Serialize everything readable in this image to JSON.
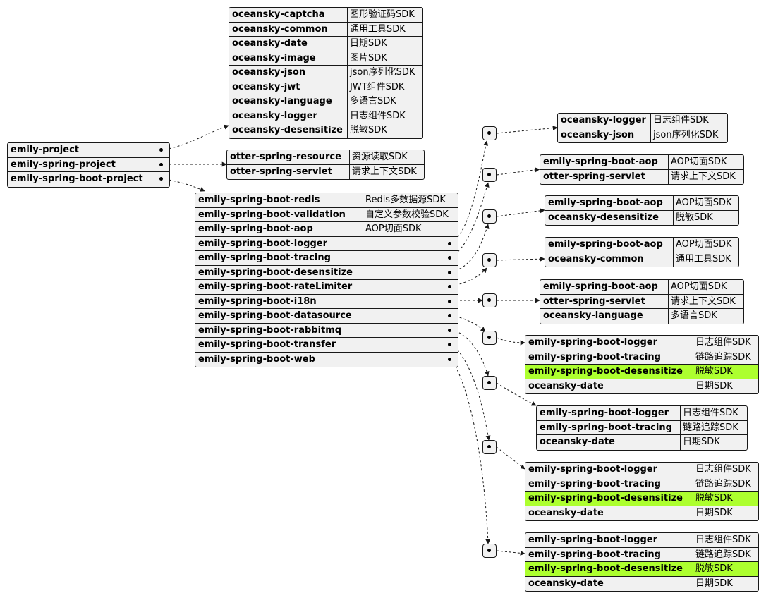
{
  "root": [
    {
      "key": "emily-project",
      "value": ""
    },
    {
      "key": "emily-spring-project",
      "value": ""
    },
    {
      "key": "emily-spring-boot-project",
      "value": ""
    }
  ],
  "oceansky": [
    {
      "key": "oceansky-captcha",
      "value": "图形验证码SDK"
    },
    {
      "key": "oceansky-common",
      "value": "通用工具SDK"
    },
    {
      "key": "oceansky-date",
      "value": "日期SDK"
    },
    {
      "key": "oceansky-image",
      "value": "图片SDK"
    },
    {
      "key": "oceansky-json",
      "value": "json序列化SDK"
    },
    {
      "key": "oceansky-jwt",
      "value": "JWT组件SDK"
    },
    {
      "key": "oceansky-language",
      "value": "多语言SDK"
    },
    {
      "key": "oceansky-logger",
      "value": "日志组件SDK"
    },
    {
      "key": "oceansky-desensitize",
      "value": "脱敏SDK"
    }
  ],
  "otter": [
    {
      "key": "otter-spring-resource",
      "value": "资源读取SDK"
    },
    {
      "key": "otter-spring-servlet",
      "value": "请求上下文SDK"
    }
  ],
  "boot": [
    {
      "key": "emily-spring-boot-redis",
      "value": "Redis多数据源SDK"
    },
    {
      "key": "emily-spring-boot-validation",
      "value": "自定义参数校验SDK"
    },
    {
      "key": "emily-spring-boot-aop",
      "value": "AOP切面SDK"
    },
    {
      "key": "emily-spring-boot-logger",
      "value": ""
    },
    {
      "key": "emily-spring-boot-tracing",
      "value": ""
    },
    {
      "key": "emily-spring-boot-desensitize",
      "value": ""
    },
    {
      "key": "emily-spring-boot-rateLimiter",
      "value": ""
    },
    {
      "key": "emily-spring-boot-i18n",
      "value": ""
    },
    {
      "key": "emily-spring-boot-datasource",
      "value": ""
    },
    {
      "key": "emily-spring-boot-rabbitmq",
      "value": ""
    },
    {
      "key": "emily-spring-boot-transfer",
      "value": ""
    },
    {
      "key": "emily-spring-boot-web",
      "value": ""
    }
  ],
  "logger_deps": [
    {
      "key": "oceansky-logger",
      "value": "日志组件SDK"
    },
    {
      "key": "oceansky-json",
      "value": "json序列化SDK"
    }
  ],
  "tracing_deps": [
    {
      "key": "emily-spring-boot-aop",
      "value": "AOP切面SDK"
    },
    {
      "key": "otter-spring-servlet",
      "value": "请求上下文SDK"
    }
  ],
  "desensitize_deps": [
    {
      "key": "emily-spring-boot-aop",
      "value": "AOP切面SDK"
    },
    {
      "key": "oceansky-desensitize",
      "value": "脱敏SDK"
    }
  ],
  "ratelimiter_deps": [
    {
      "key": "emily-spring-boot-aop",
      "value": "AOP切面SDK"
    },
    {
      "key": "oceansky-common",
      "value": "通用工具SDK"
    }
  ],
  "i18n_deps": [
    {
      "key": "emily-spring-boot-aop",
      "value": "AOP切面SDK"
    },
    {
      "key": "otter-spring-servlet",
      "value": "请求上下文SDK"
    },
    {
      "key": "oceansky-language",
      "value": "多语言SDK"
    }
  ],
  "datasource_deps": [
    {
      "key": "emily-spring-boot-logger",
      "value": "日志组件SDK"
    },
    {
      "key": "emily-spring-boot-tracing",
      "value": "链路追踪SDK"
    },
    {
      "key": "emily-spring-boot-desensitize",
      "value": "脱敏SDK",
      "highlight": true
    },
    {
      "key": "oceansky-date",
      "value": "日期SDK"
    }
  ],
  "rabbitmq_deps": [
    {
      "key": "emily-spring-boot-logger",
      "value": "日志组件SDK"
    },
    {
      "key": "emily-spring-boot-tracing",
      "value": "链路追踪SDK"
    },
    {
      "key": "oceansky-date",
      "value": "日期SDK"
    }
  ],
  "transfer_deps": [
    {
      "key": "emily-spring-boot-logger",
      "value": "日志组件SDK"
    },
    {
      "key": "emily-spring-boot-tracing",
      "value": "链路追踪SDK"
    },
    {
      "key": "emily-spring-boot-desensitize",
      "value": "脱敏SDK",
      "highlight": true
    },
    {
      "key": "oceansky-date",
      "value": "日期SDK"
    }
  ],
  "web_deps": [
    {
      "key": "emily-spring-boot-logger",
      "value": "日志组件SDK"
    },
    {
      "key": "emily-spring-boot-tracing",
      "value": "链路追踪SDK"
    },
    {
      "key": "emily-spring-boot-desensitize",
      "value": "脱敏SDK",
      "highlight": true
    },
    {
      "key": "oceansky-date",
      "value": "日期SDK"
    }
  ],
  "colors": {
    "border": "#181818",
    "fill": "#f1f1f1",
    "highlight": "#adff2f"
  }
}
